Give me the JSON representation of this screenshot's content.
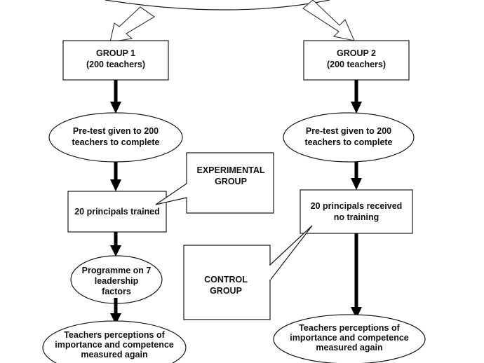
{
  "group1": {
    "header": {
      "lines": [
        "GROUP 1",
        "(200 teachers)"
      ]
    },
    "pretest": {
      "lines": [
        "Pre-test given to 200",
        "teachers to complete"
      ]
    },
    "training": {
      "lines": [
        "20 principals trained"
      ]
    },
    "programme": {
      "lines": [
        "Programme on 7",
        "leadership",
        "factors"
      ]
    },
    "outcome": {
      "lines": [
        "Teachers perceptions of",
        "importance and competence",
        "measured again"
      ]
    }
  },
  "group2": {
    "header": {
      "lines": [
        "GROUP 2",
        "(200 teachers)"
      ]
    },
    "pretest": {
      "lines": [
        "Pre-test given to 200",
        "teachers to complete"
      ]
    },
    "training": {
      "lines": [
        "20 principals received",
        "no training"
      ]
    },
    "outcome": {
      "lines": [
        "Teachers perceptions of",
        "importance and competence",
        "measured again"
      ]
    }
  },
  "callouts": {
    "experimental": {
      "lines": [
        "EXPERIMENTAL",
        "GROUP"
      ]
    },
    "control": {
      "lines": [
        "CONTROL",
        "GROUP"
      ]
    }
  }
}
